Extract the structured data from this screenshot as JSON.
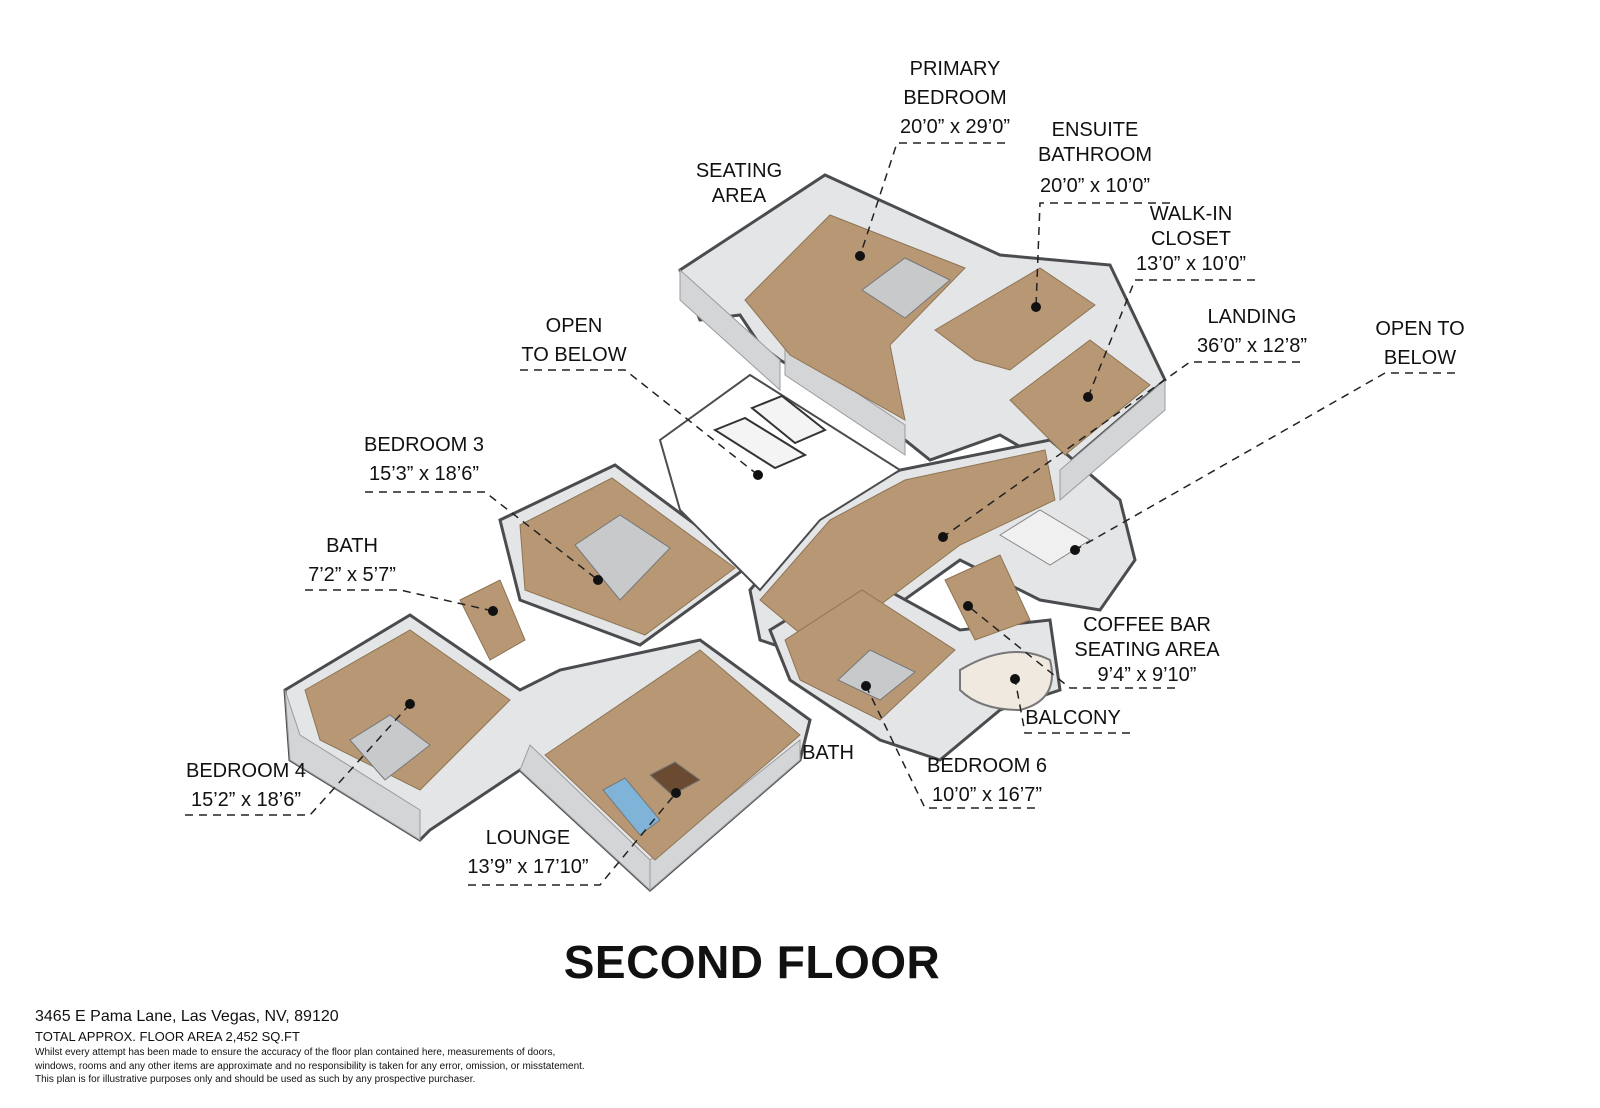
{
  "title": "SECOND FLOOR",
  "rooms": {
    "primary_bedroom": {
      "name_1": "PRIMARY",
      "name_2": "BEDROOM",
      "dims": "20’0” x 29’0”"
    },
    "seating_area": {
      "name_1": "SEATING",
      "name_2": "AREA"
    },
    "ensuite_bathroom": {
      "name_1": "ENSUITE",
      "name_2": "BATHROOM",
      "dims": "20’0” x 10’0”"
    },
    "walk_in_closet": {
      "name_1": "WALK-IN",
      "name_2": "CLOSET",
      "dims": "13’0” x 10’0”"
    },
    "landing": {
      "name_1": "LANDING",
      "dims": "36’0” x 12’8”"
    },
    "open_to_below_right": {
      "name_1": "OPEN TO",
      "name_2": "BELOW"
    },
    "open_to_below_left": {
      "name_1": "OPEN",
      "name_2": "TO BELOW"
    },
    "bedroom_3": {
      "name_1": "BEDROOM 3",
      "dims": "15’3” x 18’6”"
    },
    "bath": {
      "name_1": "BATH",
      "dims": "7’2” x 5’7”"
    },
    "bedroom_4": {
      "name_1": "BEDROOM 4",
      "dims": "15’2” x 18’6”"
    },
    "lounge": {
      "name_1": "LOUNGE",
      "dims": "13’9” x 17’10”"
    },
    "bath_2": {
      "name_1": "BATH"
    },
    "bedroom_6": {
      "name_1": "BEDROOM 6",
      "dims": "10’0” x 16’7”"
    },
    "coffee_bar": {
      "name_1": "COFFEE BAR",
      "name_2": "SEATING AREA",
      "dims": "9’4” x 9’10”"
    },
    "balcony": {
      "name_1": "BALCONY"
    }
  },
  "footer": {
    "address": "3465 E Pama Lane, Las Vegas, NV, 89120",
    "area": "TOTAL APPROX. FLOOR AREA 2,452 SQ.FT",
    "disclaimer_1": "Whilst every attempt has been made to ensure the accuracy of the floor plan contained here, measurements of doors,",
    "disclaimer_2": "windows, rooms and any other items are approximate and no responsibility is taken for any error, omission, or misstatement.",
    "disclaimer_3": "This plan is for illustrative purposes only and should be used as such by any prospective purchaser."
  },
  "colors": {
    "floor": "#b89874",
    "wall": "#eceded",
    "wall_edge": "#4a4c4f",
    "shadow": "#c9cbcd"
  }
}
